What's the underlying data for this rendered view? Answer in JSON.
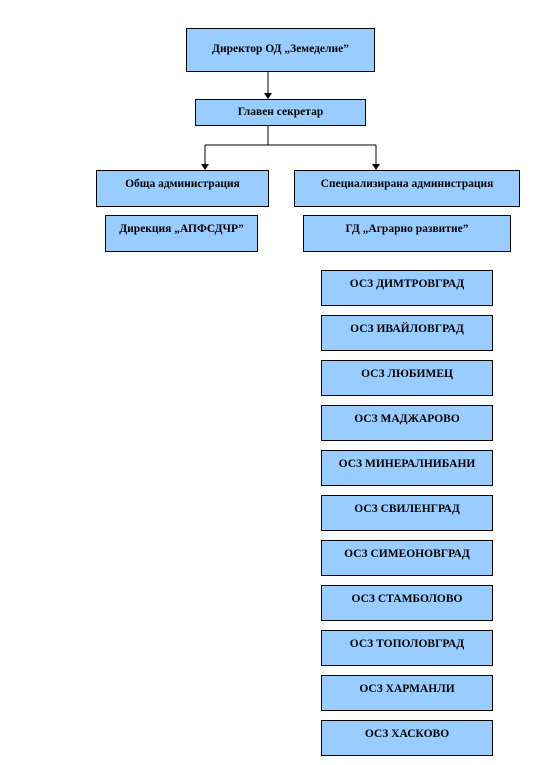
{
  "colors": {
    "box_fill": "#99ccff",
    "line": "#000000"
  },
  "chart": {
    "director": "Директор ОД „Земеделие”",
    "secretary": "Главен секретар",
    "general_admin": "Обща администрация",
    "specialized_admin": "Специализирана администрация",
    "directorate": "Дирекция „АПФСДЧР”",
    "gd": "ГД „Аграрно развитие”",
    "offices": [
      "ОСЗ ДИМТРОВГРАД",
      "ОСЗ ИВАЙЛОВГРАД",
      "ОСЗ ЛЮБИМЕЦ",
      "ОСЗ МАДЖАРОВО",
      "ОСЗ МИНЕРАЛНИБАНИ",
      "ОСЗ СВИЛЕНГРАД",
      "ОСЗ СИМЕОНОВГРАД",
      "ОСЗ СТАМБОЛОВО",
      "ОСЗ ТОПОЛОВГРАД",
      "ОСЗ ХАРМАНЛИ",
      "ОСЗ ХАСКОВО"
    ]
  }
}
